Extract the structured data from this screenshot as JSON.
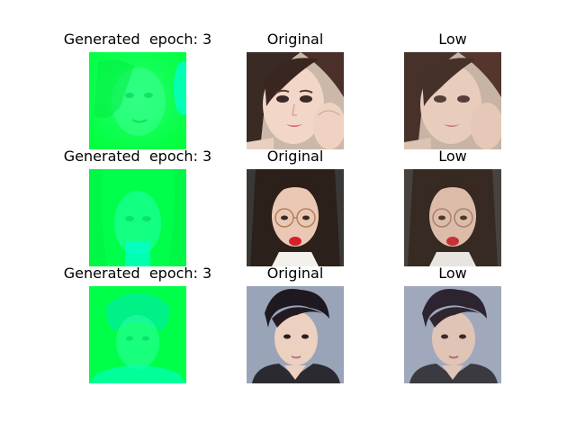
{
  "titles": {
    "generated": "Generated  epoch: 3",
    "original": "Original",
    "low": "Low"
  },
  "colors": {
    "generated_base": "#00ff44",
    "generated_accent": "#00ffcc",
    "background": "#ffffff"
  },
  "rows": [
    {
      "subject": "woman-long-dark-hair"
    },
    {
      "subject": "woman-with-glasses"
    },
    {
      "subject": "man-dark-hair"
    }
  ]
}
